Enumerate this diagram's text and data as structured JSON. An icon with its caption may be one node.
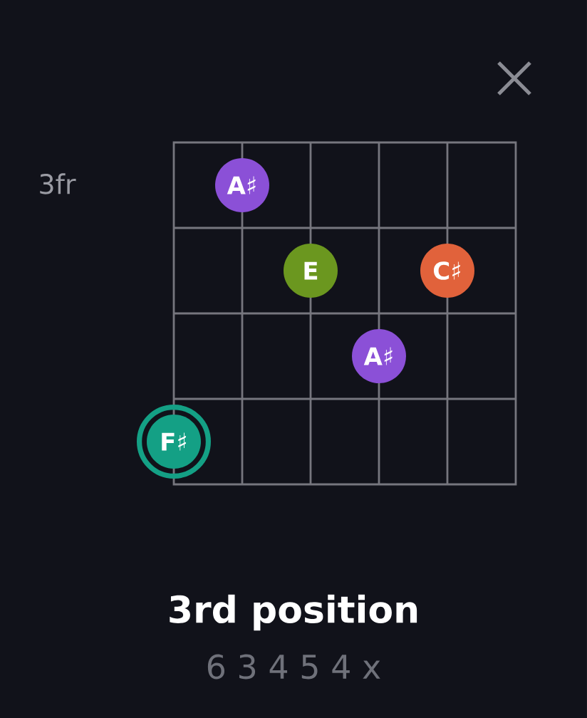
{
  "diagram": {
    "title": "3rd position",
    "nodes": [
      {
        "text": [
          "A♯"
        ]
      },
      {
        "text": [
          "E"
        ]
      },
      {
        "text": [
          "C♯"
        ]
      },
      {
        "text": [
          "A♯"
        ]
      },
      {
        "text": [
          "F♯"
        ]
      }
    ],
    "labels": [
      "3fr",
      "6 3 4 5 4 x"
    ]
  }
}
